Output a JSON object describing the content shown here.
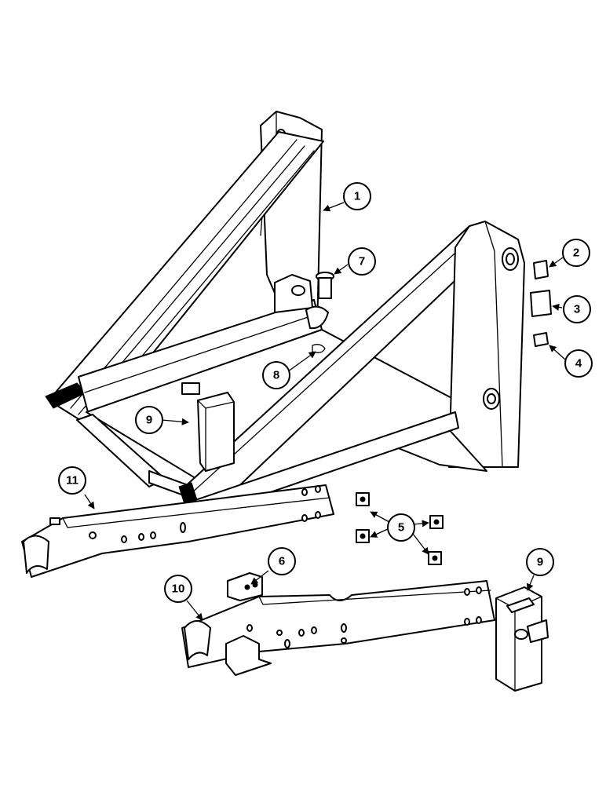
{
  "callouts": [
    {
      "id": "1",
      "label": "1"
    },
    {
      "id": "2",
      "label": "2"
    },
    {
      "id": "3",
      "label": "3"
    },
    {
      "id": "4",
      "label": "4"
    },
    {
      "id": "5",
      "label": "5"
    },
    {
      "id": "6",
      "label": "6"
    },
    {
      "id": "7",
      "label": "7"
    },
    {
      "id": "8",
      "label": "8"
    },
    {
      "id": "9a",
      "label": "9"
    },
    {
      "id": "9b",
      "label": "9"
    },
    {
      "id": "10",
      "label": "10"
    },
    {
      "id": "11",
      "label": "11"
    }
  ]
}
